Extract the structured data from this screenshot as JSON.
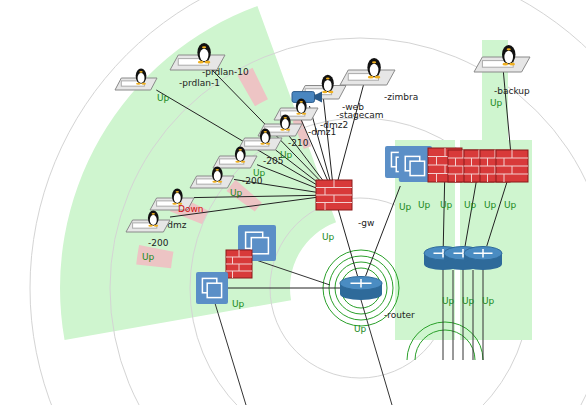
{
  "diagram": {
    "nodes": [
      {
        "text": [
          "-prdlan-10"
        ]
      },
      {
        "text": [
          "-prdlan-1",
          "Up"
        ]
      },
      {
        "text": [
          "-zimbra"
        ]
      },
      {
        "text": [
          "-web"
        ]
      },
      {
        "text": [
          "-stagecam"
        ]
      },
      {
        "text": [
          "-dmz2"
        ]
      },
      {
        "text": [
          "-dmz1"
        ]
      },
      {
        "text": [
          "-210",
          "Up"
        ]
      },
      {
        "text": [
          "-205",
          "Up"
        ]
      },
      {
        "text": [
          "-200",
          "Up"
        ]
      },
      {
        "text": [
          "Down",
          "-dmz"
        ]
      },
      {
        "text": [
          "-200",
          "Up"
        ]
      },
      {
        "text": [
          "Up"
        ]
      },
      {
        "text": [
          "-gw",
          "Up"
        ]
      },
      {
        "text": [
          "-router",
          "Up"
        ]
      },
      {
        "text": [
          "Up"
        ]
      },
      {
        "text": [
          "Up"
        ]
      },
      {
        "text": [
          "Up"
        ]
      },
      {
        "text": [
          "Up"
        ]
      },
      {
        "text": [
          "Up"
        ]
      },
      {
        "text": [
          "Up"
        ]
      },
      {
        "text": [
          "-backup",
          "Up"
        ]
      },
      {
        "text": [
          "Up"
        ]
      },
      {
        "text": [
          "Up"
        ]
      },
      {
        "text": [
          "Up"
        ]
      }
    ],
    "edges": [
      {
        "from": 13,
        "to": 0,
        "arrow": "none"
      },
      {
        "from": 13,
        "to": 1,
        "arrow": "none"
      },
      {
        "from": 13,
        "to": 2,
        "arrow": "none"
      },
      {
        "from": 13,
        "to": 3,
        "arrow": "none"
      },
      {
        "from": 13,
        "to": 4,
        "arrow": "none"
      },
      {
        "from": 13,
        "to": 5,
        "arrow": "none"
      },
      {
        "from": 13,
        "to": 6,
        "arrow": "none"
      },
      {
        "from": 13,
        "to": 7,
        "arrow": "none"
      },
      {
        "from": 13,
        "to": 8,
        "arrow": "none"
      },
      {
        "from": 13,
        "to": 9,
        "arrow": "none"
      },
      {
        "from": 13,
        "to": 10,
        "arrow": "none"
      },
      {
        "from": 13,
        "to": 11,
        "arrow": "none"
      },
      {
        "from": 14,
        "to": 13,
        "arrow": "none"
      },
      {
        "from": 14,
        "to": 12,
        "arrow": "none"
      },
      {
        "from": 14,
        "to": 15,
        "arrow": "none"
      },
      {
        "from": 16,
        "to": 22,
        "arrow": "none"
      },
      {
        "from": 18,
        "to": 23,
        "arrow": "none"
      },
      {
        "from": 20,
        "to": 24,
        "arrow": "none"
      },
      {
        "from": 21,
        "to": 20,
        "arrow": "none"
      }
    ]
  }
}
